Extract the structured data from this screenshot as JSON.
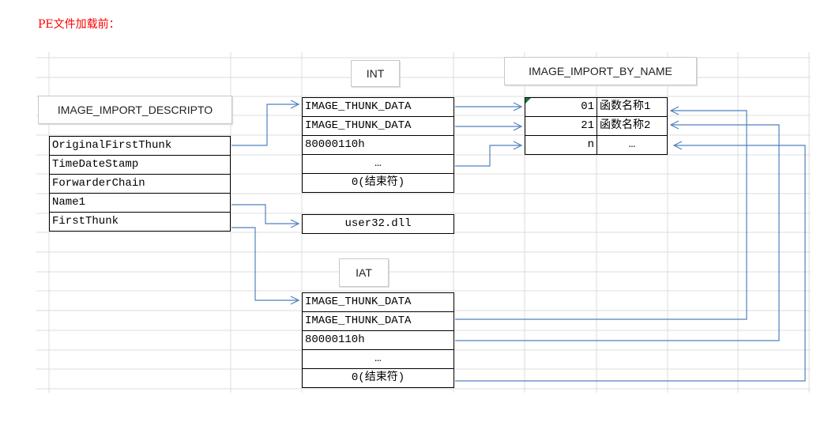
{
  "title": "PE文件加载前：",
  "labels": {
    "int": "INT",
    "iat": "IAT",
    "by_name": "IMAGE_IMPORT_BY_NAME",
    "descriptor": "IMAGE_IMPORT_DESCRIPTO"
  },
  "descriptor_fields": [
    "OriginalFirstThunk",
    "TimeDateStamp",
    "ForwarderChain",
    "Name1",
    "FirstThunk"
  ],
  "int_entries": [
    "IMAGE_THUNK_DATA",
    "IMAGE_THUNK_DATA",
    "80000110h",
    "…",
    "0(结束符)"
  ],
  "dll_name": "user32.dll",
  "iat_entries": [
    "IMAGE_THUNK_DATA",
    "IMAGE_THUNK_DATA",
    "80000110h",
    "…",
    "0(结束符)"
  ],
  "by_name_rows": [
    {
      "hint": "01",
      "name": "函数名称1"
    },
    {
      "hint": "21",
      "name": "函数名称2"
    },
    {
      "hint": "n",
      "name": "…"
    }
  ],
  "colors": {
    "title": "#ff0000",
    "arrow": "#4f81bd",
    "grid": "#d9d9d9"
  }
}
